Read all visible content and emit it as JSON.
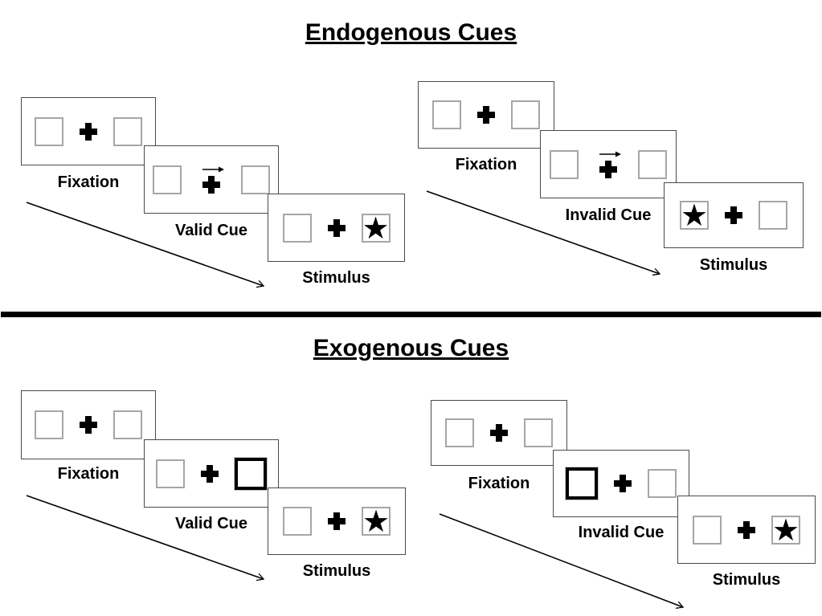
{
  "diagram": {
    "kind": "posner-cueing-paradigm",
    "colors": {
      "background": "#ffffff",
      "ink": "#000000",
      "card_border": "#4a4a4a",
      "placeholder_square_border": "#a6a6a6",
      "exogenous_cue_border": "#000000"
    },
    "icons": {
      "stimulus_star": "★",
      "fixation_cross": "plus-cross-shape",
      "endogenous_cue": "right-arrow",
      "timeline": "diagonal-down-right-arrow"
    }
  },
  "sections": [
    {
      "title": "Endogenous Cues",
      "panels": [
        {
          "name": "valid-trial",
          "cards": [
            {
              "label": "Fixation",
              "type": "fixation"
            },
            {
              "label": "Valid Cue",
              "type": "arrow-cue",
              "arrow_direction": "right"
            },
            {
              "label": "Stimulus",
              "type": "stimulus",
              "star_side": "right"
            }
          ]
        },
        {
          "name": "invalid-trial",
          "cards": [
            {
              "label": "Fixation",
              "type": "fixation"
            },
            {
              "label": "Invalid Cue",
              "type": "arrow-cue",
              "arrow_direction": "right"
            },
            {
              "label": "Stimulus",
              "type": "stimulus",
              "star_side": "left"
            }
          ]
        }
      ]
    },
    {
      "title": "Exogenous Cues",
      "panels": [
        {
          "name": "valid-trial",
          "cards": [
            {
              "label": "Fixation",
              "type": "fixation"
            },
            {
              "label": "Valid Cue",
              "type": "box-cue",
              "cue_side": "right"
            },
            {
              "label": "Stimulus",
              "type": "stimulus",
              "star_side": "right"
            }
          ]
        },
        {
          "name": "invalid-trial",
          "cards": [
            {
              "label": "Fixation",
              "type": "fixation"
            },
            {
              "label": "Invalid Cue",
              "type": "box-cue",
              "cue_side": "left"
            },
            {
              "label": "Stimulus",
              "type": "stimulus",
              "star_side": "right"
            }
          ]
        }
      ]
    }
  ]
}
